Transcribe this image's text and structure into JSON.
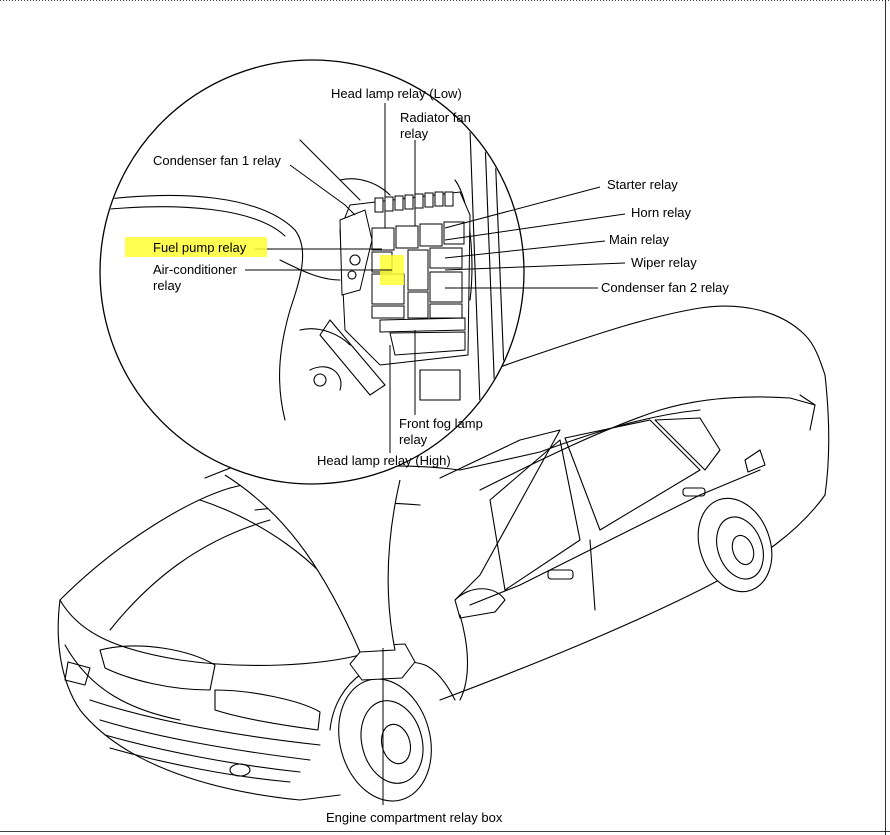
{
  "labels": {
    "head_lamp_low": "Head lamp relay (Low)",
    "radiator_fan_1": "Radiator fan",
    "radiator_fan_2": "relay",
    "condenser_fan_1": "Condenser fan 1 relay",
    "starter": "Starter relay",
    "horn": "Horn relay",
    "main": "Main relay",
    "fuel_pump": "Fuel pump relay",
    "wiper": "Wiper relay",
    "air_con_1": "Air-conditioner",
    "air_con_2": "relay",
    "condenser_fan_2": "Condenser fan 2 relay",
    "front_fog_1": "Front fog lamp",
    "front_fog_2": "relay",
    "head_lamp_high": "Head lamp relay (High)",
    "relay_box": "Engine compartment relay box"
  },
  "colors": {
    "highlight": "#ffff33",
    "line": "#000000",
    "background": "#ffffff"
  }
}
